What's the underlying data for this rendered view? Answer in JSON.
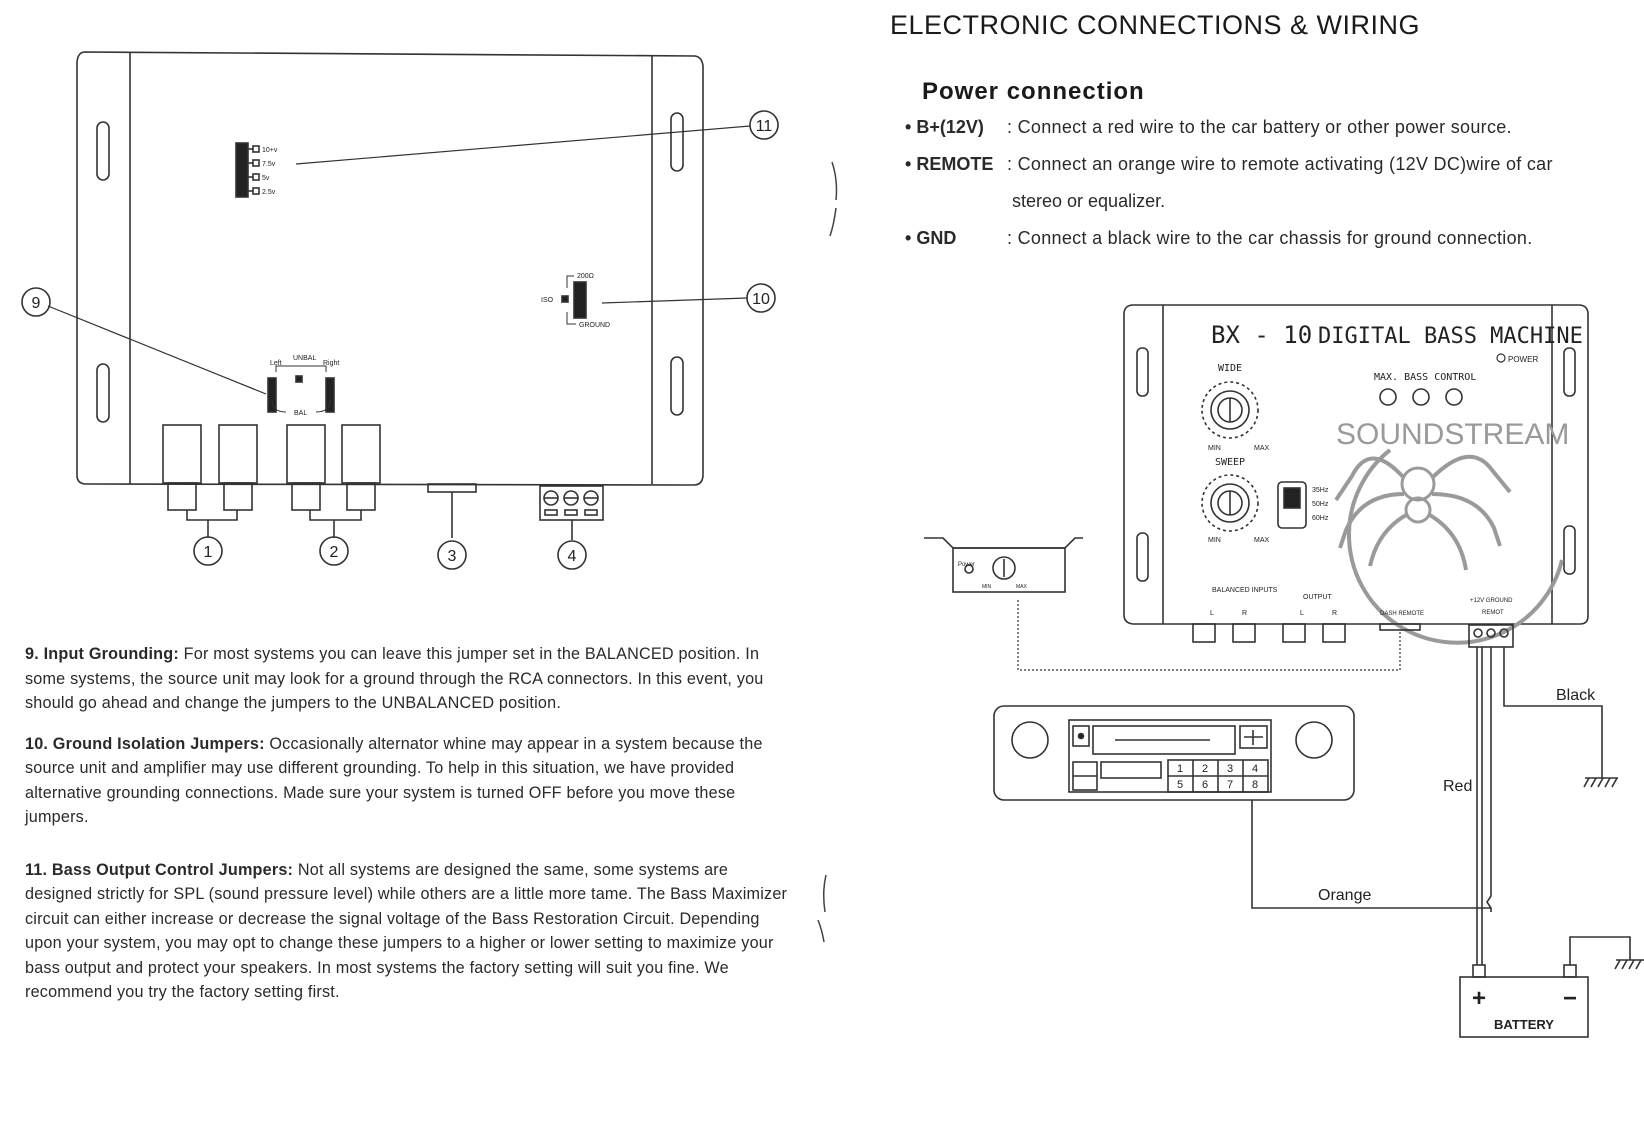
{
  "header": {
    "title": "ELECTRONIC  CONNECTIONS & WIRING",
    "subtitle": "Power  connection"
  },
  "power_connections": [
    {
      "bullet": "•",
      "term": "B+(12V)",
      "separator": ":",
      "text": "Connect a red wire to the car battery or other power source."
    },
    {
      "bullet": "•",
      "term": "REMOTE",
      "separator": ":",
      "text": "Connect an orange wire to remote activating (12V DC)wire of car",
      "continuation": "stereo or equalizer."
    },
    {
      "bullet": "•",
      "term": "GND",
      "separator": ":",
      "text": "Connect a black wire to the car chassis for ground connection."
    }
  ],
  "notes": [
    {
      "title": "9. Input Grounding:",
      "body": " For most systems you can leave this jumper set in the BALANCED position. In some systems, the source unit may look for a ground through the RCA connectors. In this event, you should go ahead and change the jumpers to the UNBALANCED position."
    },
    {
      "title": "10. Ground Isolation Jumpers:",
      "body": " Occasionally alternator whine may appear in a system because the source unit and amplifier may use different grounding. To help in this situation, we have provided alternative grounding connections. Made sure your system is turned OFF before you move these jumpers."
    },
    {
      "title": "11. Bass Output Control  Jumpers:",
      "body": " Not all systems are designed the same, some systems are designed strictly for SPL (sound pressure level) while others are a little more tame. The Bass Maximizer circuit can either increase or decrease the signal voltage of the Bass Restoration Circuit. Depending upon your system, you may opt to change these jumpers to a higher or lower setting to maximize your bass output and protect your speakers. In most systems the factory setting will suit you fine. We recommend you try the factory setting first."
    }
  ],
  "unit_diagram": {
    "callouts": [
      "1",
      "2",
      "3",
      "4",
      "9",
      "10",
      "11"
    ],
    "jumper_11_labels": [
      "10+v",
      "7.5v",
      "5v",
      "2.5v"
    ],
    "jumper_10_labels": [
      "ISO",
      "200Ω",
      "GROUND"
    ],
    "jumper_9_labels": [
      "Left",
      "UNBAL",
      "Right",
      "BAL"
    ]
  },
  "wiring_diagram": {
    "model": "BX - 10",
    "product_name": "DIGITAL BASS MACHINE",
    "power_label": "POWER",
    "max_bass_label": "MAX. BASS CONTROL",
    "brand": "SOUNDSTREAM",
    "wide_label": "WIDE",
    "sweep_label": "SWEEP",
    "min_label": "MIN",
    "max_label": "MAX",
    "freq_labels": [
      "35Hz",
      "50Hz",
      "60Hz"
    ],
    "balanced_inputs_label": "BALANCED INPUTS",
    "output_label": "OUTPUT",
    "lr_labels": [
      "L",
      "R"
    ],
    "dash_remote_label": "DASH REMOTE",
    "terminal_labels": "+12V  GROUND",
    "remote_label": "REMOT",
    "wire_black": "Black",
    "wire_red": "Red",
    "wire_orange": "Orange",
    "battery_label": "BATTERY",
    "battery_plus": "+",
    "battery_minus": "−",
    "remote_power_label": "Power",
    "remote_min": "MIN",
    "remote_max": "MAX",
    "keypad": [
      "1",
      "2",
      "3",
      "4",
      "5",
      "6",
      "7",
      "8"
    ],
    "colors": {
      "ink": "#222222",
      "line": "#333333",
      "logo": "#9a9a9a"
    }
  }
}
